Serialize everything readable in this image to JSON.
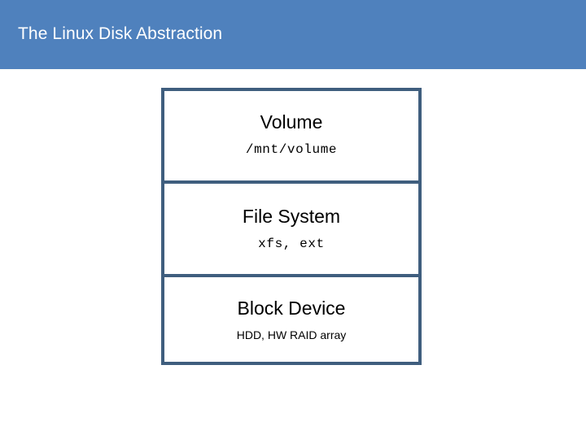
{
  "slide": {
    "title": "The Linux Disk Abstraction",
    "header_color": "#4F81BD",
    "title_color": "#FFFFFF",
    "background_color": "#FFFFFF"
  },
  "diagram": {
    "name": "linux-disk-abstraction-stack",
    "border_color": "#3F5E7E",
    "fill_color": "#FFFFFF",
    "layers": [
      {
        "title": "Volume",
        "subtitle": "/mnt/volume",
        "subtitle_style": "mono"
      },
      {
        "title": "File System",
        "subtitle": "xfs, ext",
        "subtitle_style": "mono"
      },
      {
        "title": "Block Device",
        "subtitle": "HDD, HW RAID array",
        "subtitle_style": "sans"
      }
    ]
  }
}
